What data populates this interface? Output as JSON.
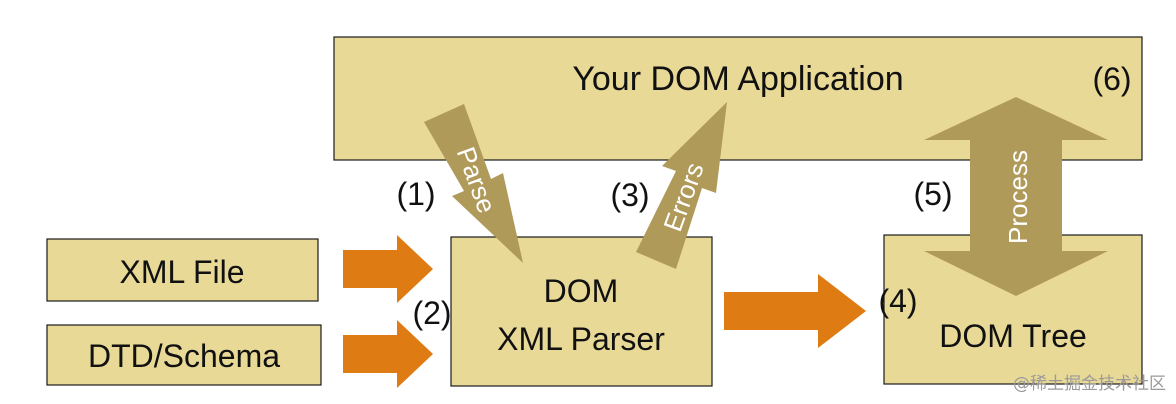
{
  "diagram": {
    "app_box": {
      "label": "Your DOM Application",
      "step": "(6)"
    },
    "xml_file": {
      "label": "XML File"
    },
    "dtd_schema": {
      "label": "DTD/Schema"
    },
    "parser": {
      "line1": "DOM",
      "line2": "XML Parser"
    },
    "dom_tree": {
      "label": "DOM Tree"
    },
    "arrows": {
      "parse": "Parse",
      "errors": "Errors",
      "process": "Process"
    },
    "steps": {
      "s1": "(1)",
      "s2": "(2)",
      "s3": "(3)",
      "s4": "(4)",
      "s5": "(5)"
    },
    "colors": {
      "box_fill": "#e8d996",
      "arrow_tan": "#b09a5a",
      "arrow_orange": "#de7b12"
    }
  },
  "watermark": "@稀土掘金技术社区"
}
